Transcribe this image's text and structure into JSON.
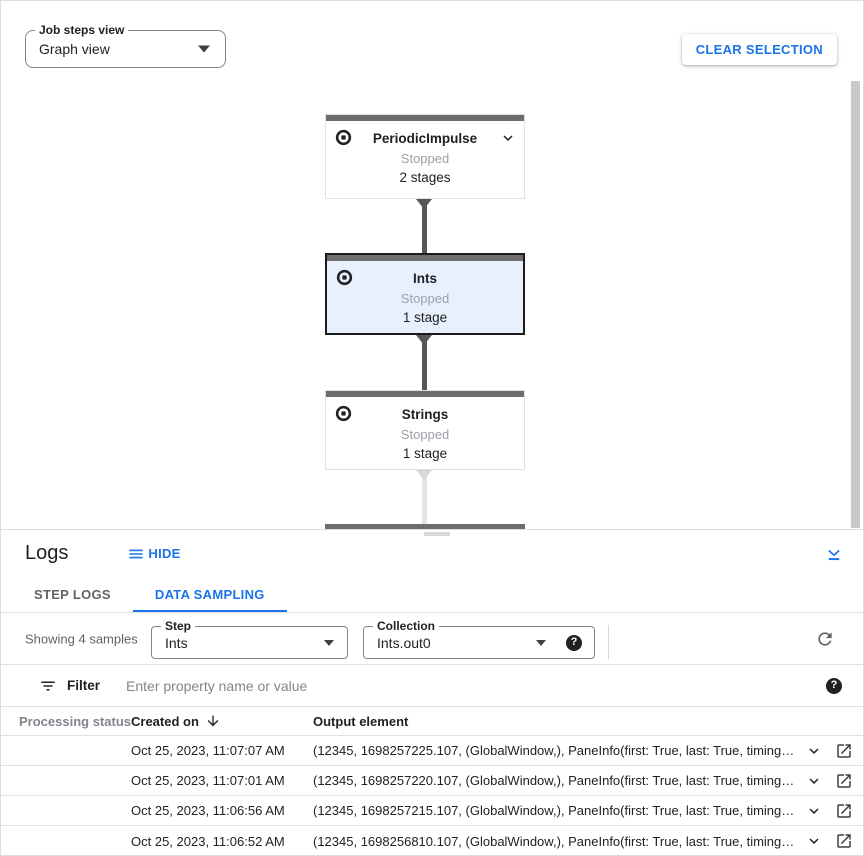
{
  "toolbar": {
    "job_steps_view_label": "Job steps view",
    "job_steps_view_value": "Graph view",
    "clear_selection_label": "CLEAR SELECTION"
  },
  "graph": {
    "nodes": [
      {
        "title": "PeriodicImpulse",
        "status": "Stopped",
        "stages": "2 stages",
        "selected": false
      },
      {
        "title": "Ints",
        "status": "Stopped",
        "stages": "1 stage",
        "selected": true
      },
      {
        "title": "Strings",
        "status": "Stopped",
        "stages": "1 stage",
        "selected": false
      }
    ]
  },
  "logs": {
    "title": "Logs",
    "hide_label": "HIDE",
    "tabs": [
      {
        "label": "STEP LOGS",
        "active": false
      },
      {
        "label": "DATA SAMPLING",
        "active": true
      }
    ],
    "sampling": {
      "showing_text": "Showing 4 samples",
      "step_label": "Step",
      "step_value": "Ints",
      "collection_label": "Collection",
      "collection_value": "Ints.out0"
    },
    "filter": {
      "label": "Filter",
      "placeholder": "Enter property name or value"
    },
    "table": {
      "columns": [
        "Processing status",
        "Created on",
        "Output element"
      ],
      "rows": [
        {
          "created": "Oct 25, 2023, 11:07:07 AM",
          "output": "(12345, 1698257225.107, (GlobalWindow,), PaneInfo(first: True, last: True, timing…"
        },
        {
          "created": "Oct 25, 2023, 11:07:01 AM",
          "output": "(12345, 1698257220.107, (GlobalWindow,), PaneInfo(first: True, last: True, timing…"
        },
        {
          "created": "Oct 25, 2023, 11:06:56 AM",
          "output": "(12345, 1698257215.107, (GlobalWindow,), PaneInfo(first: True, last: True, timing…"
        },
        {
          "created": "Oct 25, 2023, 11:06:52 AM",
          "output": "(12345, 1698256810.107, (GlobalWindow,), PaneInfo(first: True, last: True, timing…"
        }
      ]
    }
  },
  "icons": {
    "stop_circle": "stop-circle-icon",
    "chevron_down": "chevron-down-icon",
    "hide_lines": "hide-lines-icon",
    "collapse_panel": "collapse-panel-icon",
    "refresh": "refresh-icon",
    "help": "help-icon",
    "filter_list": "filter-list-icon",
    "sort_desc": "sort-descending-icon",
    "open_in_new": "open-in-new-icon",
    "dropdown_caret": "dropdown-caret-icon"
  },
  "colors": {
    "accent_blue": "#1a73e8",
    "selected_node_bg": "#e8f0fe",
    "node_top_bar": "#6d6d6d",
    "stopped_status_text": "#9aa0a6",
    "border_gray": "#e0e0e0"
  }
}
